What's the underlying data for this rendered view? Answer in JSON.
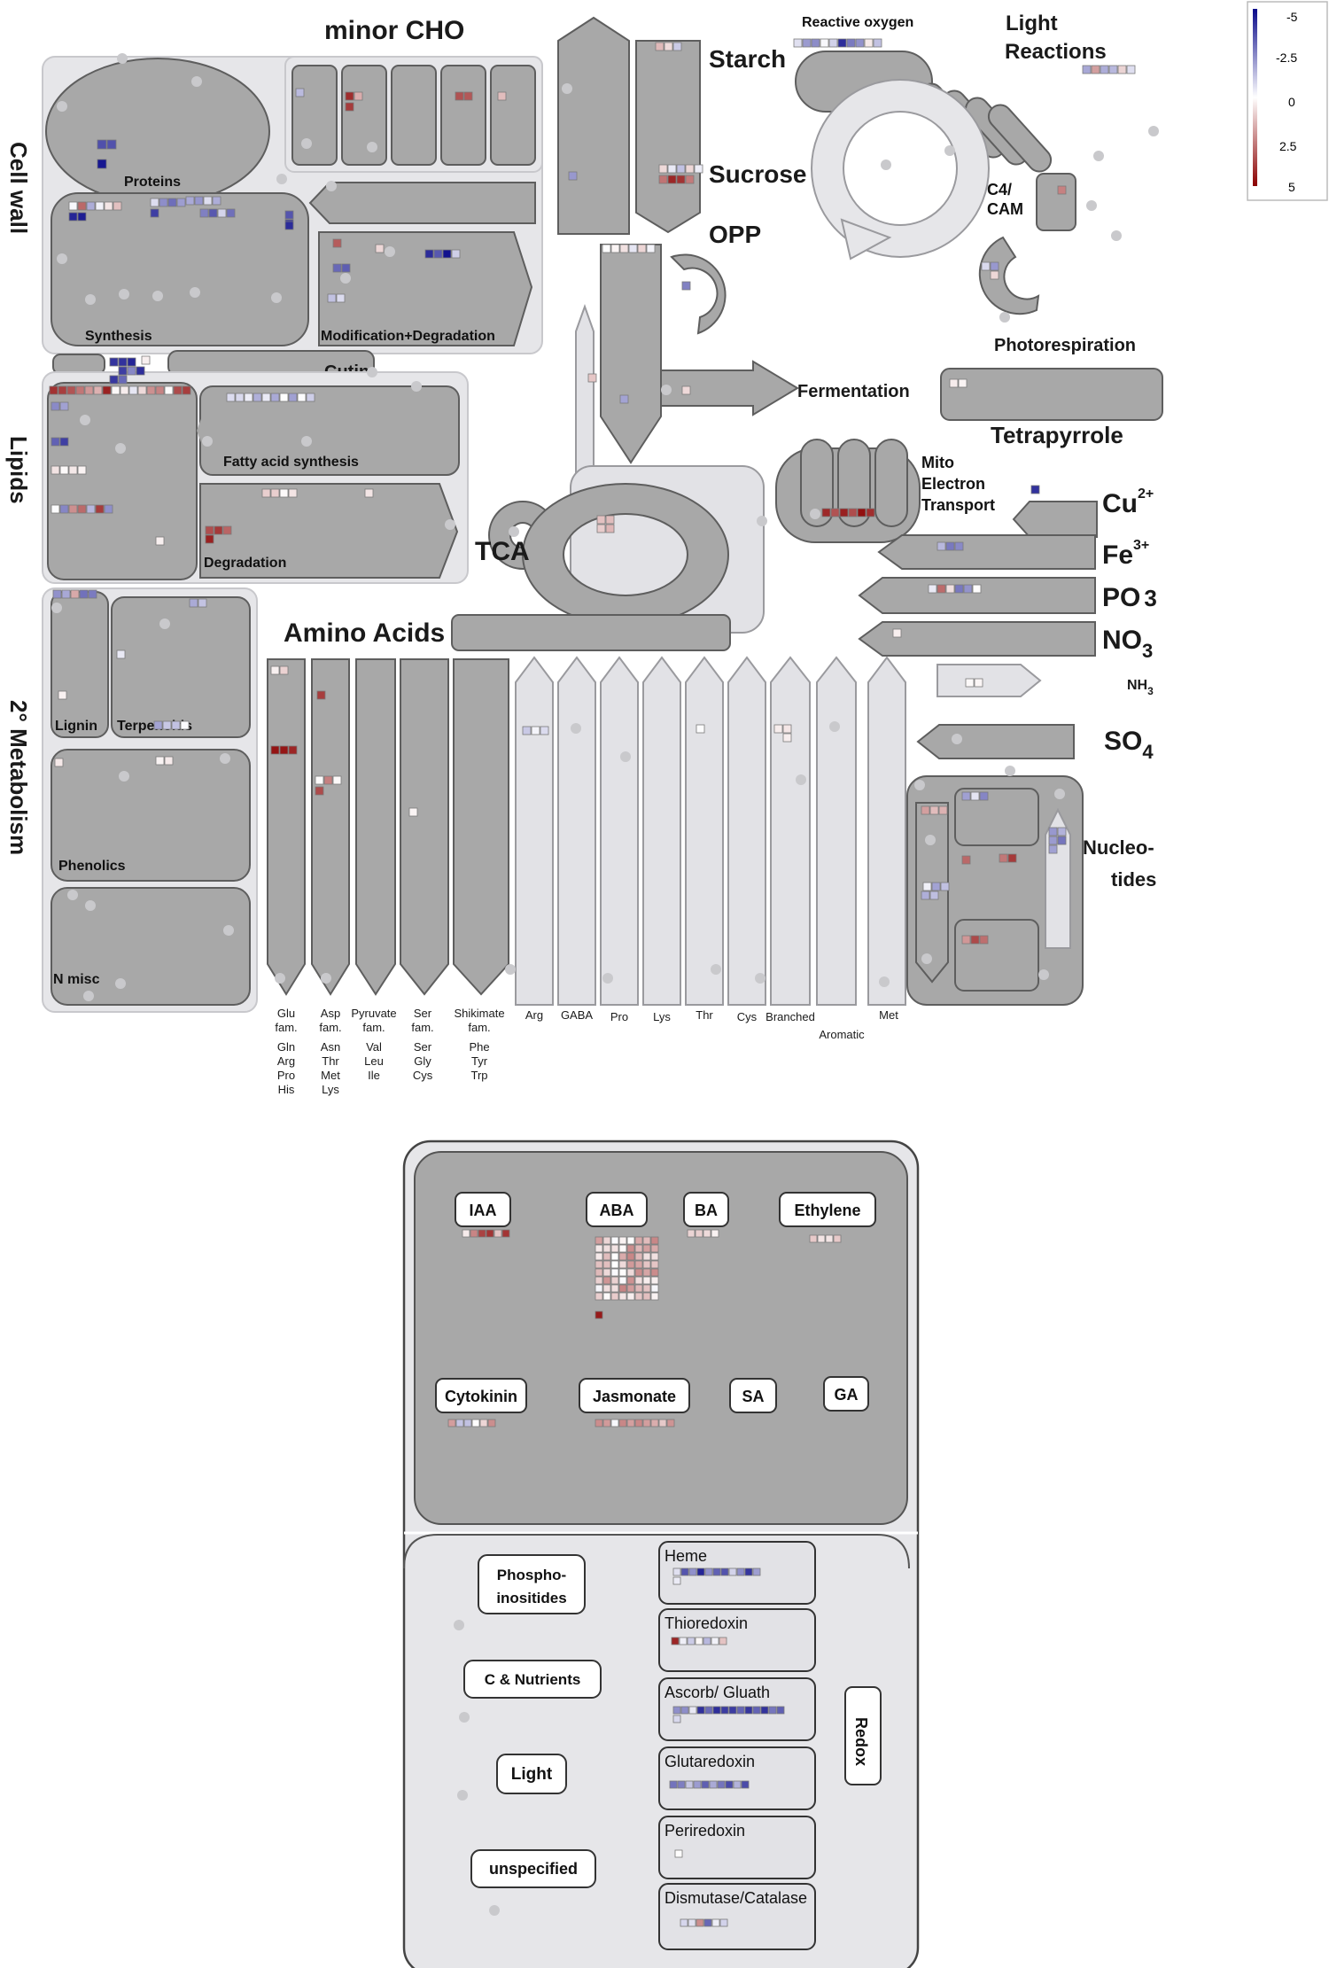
{
  "legend": {
    "ticks": [
      "-5",
      "-2.5",
      "0",
      "2.5",
      "5"
    ]
  },
  "colors": {
    "neg": "#0a0a8a",
    "pos": "#8b0000",
    "mid": "#ffffff",
    "box": "#a8a8a8",
    "panel": "#e6e6e9",
    "light_box": "#e2e2e6"
  },
  "overview": {
    "section_labels": {
      "cell_wall": "Cell wall",
      "lipids": "Lipids",
      "secondary": "2° Metabolism"
    },
    "pathways": {
      "minor_cho": "minor CHO",
      "proteins": "Proteins",
      "synthesis": "Synthesis",
      "modification": "Modification+Degradation",
      "cutin": "Cutin",
      "fatty_acid": "Fatty acid synthesis",
      "degradation": "Degradation",
      "lignin": "Lignin",
      "terpenoids": "Terpenoids",
      "phenolics": "Phenolics",
      "n_misc": "N misc",
      "starch": "Starch",
      "sucrose": "Sucrose",
      "opp": "OPP",
      "reactive_oxygen": "Reactive oxygen",
      "light_reactions_1": "Light",
      "light_reactions_2": "Reactions",
      "c4_cam_1": "C4/",
      "c4_cam_2": "CAM",
      "photorespiration": "Photorespiration",
      "fermentation": "Fermentation",
      "tetrapyrrole": "Tetrapyrrole",
      "tca": "TCA",
      "mito_1": "Mito",
      "mito_2": "Electron",
      "mito_3": "Transport",
      "amino_acids": "Amino Acids",
      "nucleo_1": "Nucleo-",
      "nucleo_2": "tides"
    },
    "ions": {
      "cu": "Cu",
      "cu_sup": "2+",
      "fe": "Fe",
      "fe_sup": "3+",
      "po": "PO",
      "po_sub": "3",
      "no": "NO",
      "no_sub": "3",
      "nh": "NH",
      "nh_sub": "3",
      "so": "SO",
      "so_sub": "4"
    },
    "aa_columns": {
      "glu": [
        "Glu",
        "fam.",
        "Gln",
        "Arg",
        "Pro",
        "His"
      ],
      "asp": [
        "Asp",
        "fam.",
        "Asn",
        "Thr",
        "Met",
        "Lys"
      ],
      "pyr": [
        "Pyruvate",
        "fam.",
        "Val",
        "Leu",
        "Ile"
      ],
      "ser": [
        "Ser",
        "fam.",
        "Ser",
        "Gly",
        "Cys"
      ],
      "shik": [
        "Shikimate",
        "fam.",
        "Phe",
        "Tyr",
        "Trp"
      ]
    },
    "aa_singles": [
      "Arg",
      "GABA",
      "Pro",
      "Lys",
      "Thr",
      "Cys",
      "Branched",
      "Aromatic",
      "Met"
    ]
  },
  "regulation": {
    "hormones": [
      "IAA",
      "ABA",
      "BA",
      "Ethylene",
      "Cytokinin",
      "Jasmonate",
      "SA",
      "GA"
    ],
    "left_items": [
      "Phospho-",
      "inositides",
      "C & Nutrients",
      "Light",
      "unspecified"
    ],
    "redox_label": "Redox",
    "redox_items": [
      "Heme",
      "Thioredoxin",
      "Ascorb/ Gluath",
      "Glutaredoxin",
      "Periredoxin",
      "Dismutase/Catalase"
    ]
  }
}
